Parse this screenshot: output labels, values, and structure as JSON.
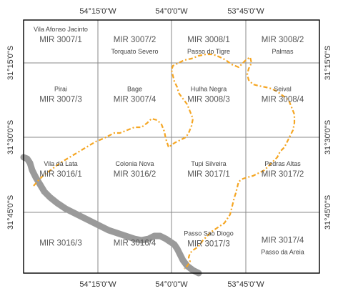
{
  "map": {
    "lon_labels": [
      "54°15'0\"W",
      "54°0'0\"W",
      "53°45'0\"W"
    ],
    "lat_labels": [
      "31°15'0\"S",
      "31°30'0\"S",
      "31°45'0\"S"
    ],
    "cells": [
      {
        "code": "MIR 3007/1",
        "name": "Vila Afonso Jacinto",
        "name_pos": "top"
      },
      {
        "code": "MIR 3007/2",
        "name": "Torquato Severo",
        "name_pos": "bottom"
      },
      {
        "code": "MIR 3008/1",
        "name": "Passo do Tigre",
        "name_pos": "bottom"
      },
      {
        "code": "MIR 3008/2",
        "name": "Palmas",
        "name_pos": "bottom"
      },
      {
        "code": "MIR 3007/3",
        "name": "Pirai",
        "name_pos": "top"
      },
      {
        "code": "MIR 3007/4",
        "name": "Bage",
        "name_pos": "top"
      },
      {
        "code": "MIR 3008/3",
        "name": "Hulha Negra",
        "name_pos": "top"
      },
      {
        "code": "MIR 3008/4",
        "name": "Seival",
        "name_pos": "top"
      },
      {
        "code": "MIR 3016/1",
        "name": "Vila da Lata",
        "name_pos": "top"
      },
      {
        "code": "MIR 3016/2",
        "name": "Colonia Nova",
        "name_pos": "top"
      },
      {
        "code": "MIR 3017/1",
        "name": "Tupi Silveira",
        "name_pos": "top"
      },
      {
        "code": "MIR 3017/2",
        "name": "Pedras Altas",
        "name_pos": "top"
      },
      {
        "code": "MIR 3016/3",
        "name": "",
        "name_pos": "none"
      },
      {
        "code": "MIR 3016/4",
        "name": "",
        "name_pos": "none"
      },
      {
        "code": "MIR 3017/3",
        "name": "Passo Sao Diogo",
        "name_pos": "top"
      },
      {
        "code": "MIR 3017/4",
        "name": "Passo da Areia",
        "name_pos": "bottom"
      }
    ],
    "colors": {
      "boundary": "#f5a623",
      "river": "#999999",
      "grid": "#888888",
      "frame": "#000000"
    }
  }
}
